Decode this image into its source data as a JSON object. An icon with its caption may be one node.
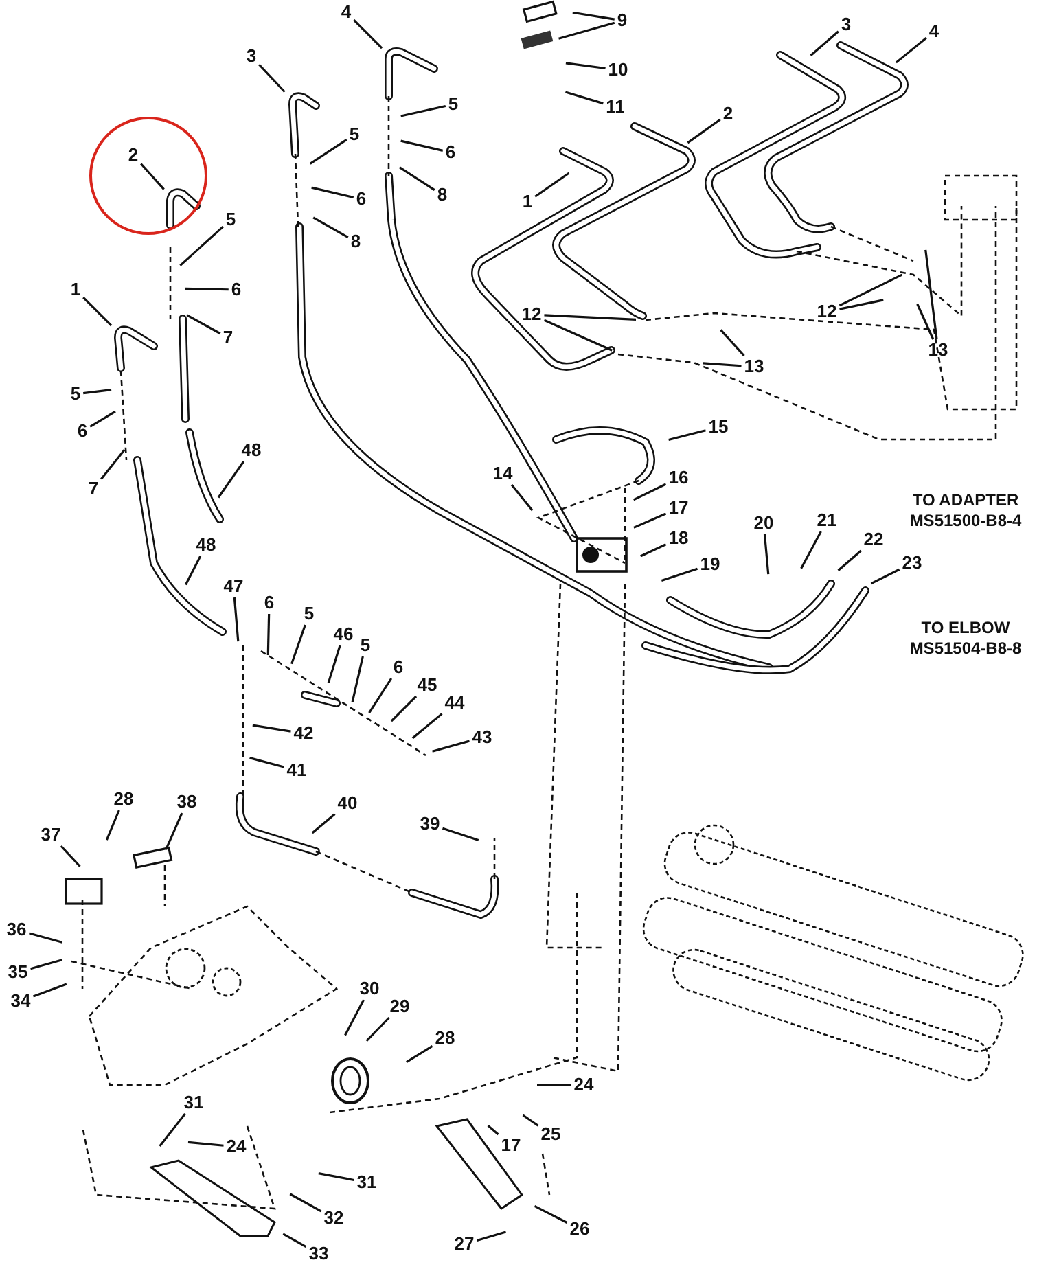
{
  "diagram": {
    "nodes": [
      {
        "text": [
          "2"
        ]
      },
      {
        "text": [
          "5"
        ]
      },
      {
        "text": [
          "6"
        ]
      },
      {
        "text": [
          "7"
        ]
      },
      {
        "text": [
          "1"
        ]
      },
      {
        "text": [
          "5"
        ]
      },
      {
        "text": [
          "6"
        ]
      },
      {
        "text": [
          "7"
        ]
      },
      {
        "text": [
          "48"
        ]
      },
      {
        "text": [
          "48"
        ]
      },
      {
        "text": [
          "3"
        ]
      },
      {
        "text": [
          "5"
        ]
      },
      {
        "text": [
          "6"
        ]
      },
      {
        "text": [
          "8"
        ]
      },
      {
        "text": [
          "4"
        ]
      },
      {
        "text": [
          "5"
        ]
      },
      {
        "text": [
          "6"
        ]
      },
      {
        "text": [
          "8"
        ]
      },
      {
        "text": [
          "9"
        ]
      },
      {
        "text": [
          "10"
        ]
      },
      {
        "text": [
          "11"
        ]
      },
      {
        "text": [
          "1"
        ]
      },
      {
        "text": [
          "2"
        ]
      },
      {
        "text": [
          "3"
        ]
      },
      {
        "text": [
          "4"
        ]
      },
      {
        "text": [
          "12"
        ]
      },
      {
        "text": [
          "13"
        ]
      },
      {
        "text": [
          "12"
        ]
      },
      {
        "text": [
          "13"
        ]
      },
      {
        "text": [
          "15"
        ]
      },
      {
        "text": [
          "14"
        ]
      },
      {
        "text": [
          "16"
        ]
      },
      {
        "text": [
          "17"
        ]
      },
      {
        "text": [
          "18"
        ]
      },
      {
        "text": [
          "19"
        ]
      },
      {
        "text": [
          "20"
        ]
      },
      {
        "text": [
          "21"
        ]
      },
      {
        "text": [
          "22"
        ]
      },
      {
        "text": [
          "23"
        ]
      },
      {
        "text": [
          "47"
        ]
      },
      {
        "text": [
          "6"
        ]
      },
      {
        "text": [
          "5"
        ]
      },
      {
        "text": [
          "46"
        ]
      },
      {
        "text": [
          "5"
        ]
      },
      {
        "text": [
          "6"
        ]
      },
      {
        "text": [
          "45"
        ]
      },
      {
        "text": [
          "44"
        ]
      },
      {
        "text": [
          "43"
        ]
      },
      {
        "text": [
          "42"
        ]
      },
      {
        "text": [
          "41"
        ]
      },
      {
        "text": [
          "40"
        ]
      },
      {
        "text": [
          "39"
        ]
      },
      {
        "text": [
          "28"
        ]
      },
      {
        "text": [
          "38"
        ]
      },
      {
        "text": [
          "37"
        ]
      },
      {
        "text": [
          "36"
        ]
      },
      {
        "text": [
          "35"
        ]
      },
      {
        "text": [
          "34"
        ]
      },
      {
        "text": [
          "30"
        ]
      },
      {
        "text": [
          "29"
        ]
      },
      {
        "text": [
          "28"
        ]
      },
      {
        "text": [
          "31"
        ]
      },
      {
        "text": [
          "24"
        ]
      },
      {
        "text": [
          "31"
        ]
      },
      {
        "text": [
          "32"
        ]
      },
      {
        "text": [
          "33"
        ]
      },
      {
        "text": [
          "24"
        ]
      },
      {
        "text": [
          "25"
        ]
      },
      {
        "text": [
          "17"
        ]
      },
      {
        "text": [
          "26"
        ]
      },
      {
        "text": [
          "27"
        ]
      }
    ],
    "edges": [
      {
        "from": 0,
        "to": null,
        "arrow": "none"
      },
      {
        "from": 1,
        "to": null,
        "arrow": "none"
      },
      {
        "from": 2,
        "to": null,
        "arrow": "none"
      },
      {
        "from": 3,
        "to": null,
        "arrow": "none"
      },
      {
        "from": 4,
        "to": null,
        "arrow": "none"
      },
      {
        "from": 5,
        "to": null,
        "arrow": "none"
      },
      {
        "from": 6,
        "to": null,
        "arrow": "none"
      },
      {
        "from": 7,
        "to": null,
        "arrow": "none"
      },
      {
        "from": 8,
        "to": null,
        "arrow": "none"
      },
      {
        "from": 9,
        "to": null,
        "arrow": "none"
      },
      {
        "from": 10,
        "to": null,
        "arrow": "none"
      },
      {
        "from": 11,
        "to": null,
        "arrow": "none"
      },
      {
        "from": 12,
        "to": null,
        "arrow": "none"
      },
      {
        "from": 13,
        "to": null,
        "arrow": "none"
      },
      {
        "from": 14,
        "to": null,
        "arrow": "none"
      },
      {
        "from": 15,
        "to": null,
        "arrow": "none"
      },
      {
        "from": 16,
        "to": null,
        "arrow": "none"
      },
      {
        "from": 17,
        "to": null,
        "arrow": "none"
      },
      {
        "from": 18,
        "to": null,
        "arrow": "none"
      },
      {
        "from": 18,
        "to": null,
        "arrow": "none"
      },
      {
        "from": 19,
        "to": null,
        "arrow": "none"
      },
      {
        "from": 20,
        "to": null,
        "arrow": "none"
      },
      {
        "from": 21,
        "to": null,
        "arrow": "none"
      },
      {
        "from": 22,
        "to": null,
        "arrow": "none"
      },
      {
        "from": 23,
        "to": null,
        "arrow": "none"
      },
      {
        "from": 24,
        "to": null,
        "arrow": "none"
      },
      {
        "from": 25,
        "to": null,
        "arrow": "none"
      },
      {
        "from": 25,
        "to": null,
        "arrow": "none"
      },
      {
        "from": 26,
        "to": null,
        "arrow": "none"
      },
      {
        "from": 26,
        "to": null,
        "arrow": "none"
      },
      {
        "from": 27,
        "to": null,
        "arrow": "none"
      },
      {
        "from": 27,
        "to": null,
        "arrow": "none"
      },
      {
        "from": 28,
        "to": null,
        "arrow": "none"
      },
      {
        "from": 28,
        "to": null,
        "arrow": "none"
      },
      {
        "from": 29,
        "to": null,
        "arrow": "none"
      },
      {
        "from": 30,
        "to": null,
        "arrow": "none"
      },
      {
        "from": 31,
        "to": null,
        "arrow": "none"
      },
      {
        "from": 32,
        "to": null,
        "arrow": "none"
      },
      {
        "from": 33,
        "to": null,
        "arrow": "none"
      },
      {
        "from": 34,
        "to": null,
        "arrow": "none"
      },
      {
        "from": 35,
        "to": null,
        "arrow": "none"
      },
      {
        "from": 36,
        "to": null,
        "arrow": "none"
      },
      {
        "from": 37,
        "to": null,
        "arrow": "none"
      },
      {
        "from": 38,
        "to": null,
        "arrow": "none"
      },
      {
        "from": 39,
        "to": null,
        "arrow": "none"
      },
      {
        "from": 40,
        "to": null,
        "arrow": "none"
      },
      {
        "from": 41,
        "to": null,
        "arrow": "none"
      },
      {
        "from": 42,
        "to": null,
        "arrow": "none"
      },
      {
        "from": 43,
        "to": null,
        "arrow": "none"
      },
      {
        "from": 44,
        "to": null,
        "arrow": "none"
      },
      {
        "from": 45,
        "to": null,
        "arrow": "none"
      },
      {
        "from": 46,
        "to": null,
        "arrow": "none"
      },
      {
        "from": 47,
        "to": null,
        "arrow": "none"
      },
      {
        "from": 48,
        "to": null,
        "arrow": "none"
      },
      {
        "from": 49,
        "to": null,
        "arrow": "none"
      },
      {
        "from": 50,
        "to": null,
        "arrow": "none"
      },
      {
        "from": 51,
        "to": null,
        "arrow": "none"
      },
      {
        "from": 52,
        "to": null,
        "arrow": "none"
      },
      {
        "from": 53,
        "to": null,
        "arrow": "none"
      },
      {
        "from": 54,
        "to": null,
        "arrow": "none"
      },
      {
        "from": 55,
        "to": null,
        "arrow": "none"
      },
      {
        "from": 56,
        "to": null,
        "arrow": "none"
      },
      {
        "from": 57,
        "to": null,
        "arrow": "none"
      },
      {
        "from": 58,
        "to": null,
        "arrow": "none"
      },
      {
        "from": 59,
        "to": null,
        "arrow": "none"
      },
      {
        "from": 60,
        "to": null,
        "arrow": "none"
      },
      {
        "from": 61,
        "to": null,
        "arrow": "none"
      },
      {
        "from": 62,
        "to": null,
        "arrow": "none"
      },
      {
        "from": 63,
        "to": null,
        "arrow": "none"
      },
      {
        "from": 64,
        "to": null,
        "arrow": "none"
      },
      {
        "from": 65,
        "to": null,
        "arrow": "none"
      },
      {
        "from": 66,
        "to": null,
        "arrow": "none"
      },
      {
        "from": 67,
        "to": null,
        "arrow": "none"
      },
      {
        "from": 68,
        "to": null,
        "arrow": "none"
      },
      {
        "from": 69,
        "to": null,
        "arrow": "none"
      },
      {
        "from": 70,
        "to": null,
        "arrow": "none"
      }
    ],
    "labels": [
      "TO ADAPTER MS51500-B8-4",
      "TO ELBOW MS51504-B8-8"
    ]
  }
}
